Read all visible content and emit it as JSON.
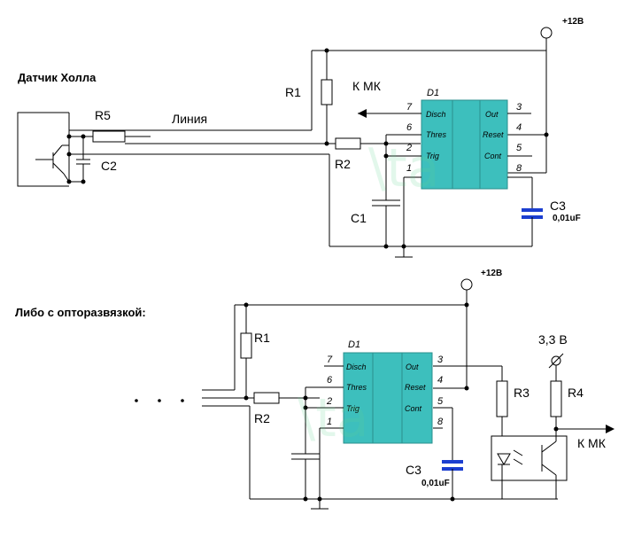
{
  "top_circuit": {
    "supply": "+12B",
    "sensor_title": "Датчик Холла",
    "line_label": "Линия",
    "r5": "R5",
    "c2": "C2",
    "r1": "R1",
    "r2": "R2",
    "c1": "C1",
    "c3": "C3",
    "c3_value": "0,01uF",
    "output_label": "К МК",
    "chip": {
      "name": "D1",
      "pin_labels": [
        "Disch",
        "Thres",
        "Trig",
        "Out",
        "Reset",
        "Cont"
      ],
      "pins_left": [
        "7",
        "6",
        "2",
        "1"
      ],
      "pins_right": [
        "3",
        "4",
        "5",
        "8"
      ]
    }
  },
  "bottom_circuit": {
    "title": "Либо с опторазвязкой:",
    "supply": "+12B",
    "supply_33": "3,3 B",
    "r1": "R1",
    "r2": "R2",
    "r3": "R3",
    "r4": "R4",
    "c3": "C3",
    "c3_value": "0,01uF",
    "output_label": "К МК",
    "chip": {
      "name": "D1",
      "pin_labels": [
        "Disch",
        "Thres",
        "Trig",
        "Out",
        "Reset",
        "Cont"
      ],
      "pins_left": [
        "7",
        "6",
        "2",
        "1"
      ],
      "pins_right": [
        "3",
        "4",
        "5",
        "8"
      ]
    }
  },
  "colors": {
    "chip_fill": "#3dbfbd",
    "capacitor_blue": "#1c3fd0",
    "watermark": "#5fd38f"
  }
}
